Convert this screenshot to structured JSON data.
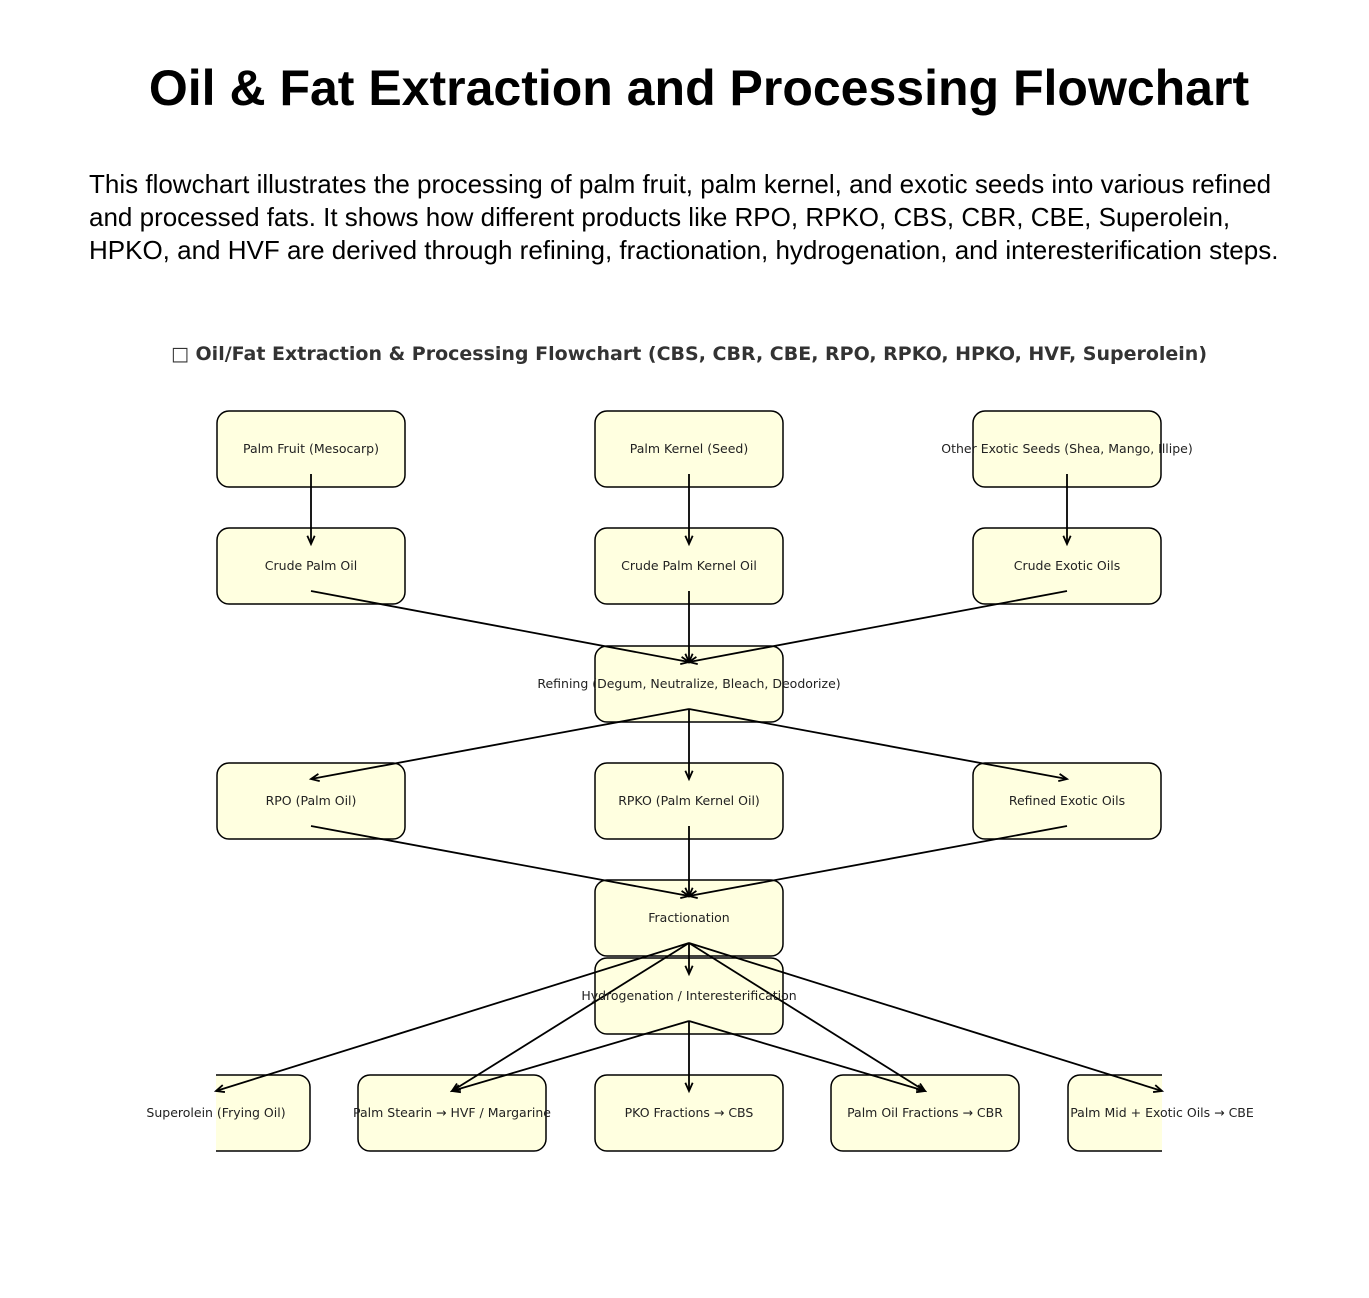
{
  "page": {
    "title": "Oil & Fat Extraction and Processing Flowchart",
    "description": "This flowchart illustrates the processing of palm fruit, palm kernel, and exotic seeds into various refined and processed fats. It shows how different products like RPO, RPKO, CBS, CBR, CBE, Superolein, HPKO, and HVF are derived through refining, fractionation, hydrogenation, and interesterification steps."
  },
  "diagram": {
    "title": "□ Oil/Fat Extraction & Processing Flowchart (CBS, CBR, CBE, RPO, RPKO, HPKO, HVF, Superolein)",
    "nodes": [
      {
        "id": "palm-fruit",
        "label": "Palm Fruit (Mesocarp)"
      },
      {
        "id": "palm-kernel",
        "label": "Palm Kernel (Seed)"
      },
      {
        "id": "exotic-seeds",
        "label": "Other Exotic Seeds (Shea, Mango, Illipe)"
      },
      {
        "id": "crude-palm-oil",
        "label": "Crude Palm Oil"
      },
      {
        "id": "crude-palm-kernel-oil",
        "label": "Crude Palm Kernel Oil"
      },
      {
        "id": "crude-exotic-oils",
        "label": "Crude Exotic Oils"
      },
      {
        "id": "refining",
        "label": "Refining (Degum, Neutralize, Bleach, Deodorize)"
      },
      {
        "id": "rpo",
        "label": "RPO (Palm Oil)"
      },
      {
        "id": "rpko",
        "label": "RPKO (Palm Kernel Oil)"
      },
      {
        "id": "refined-exotic-oils",
        "label": "Refined Exotic Oils"
      },
      {
        "id": "fractionation",
        "label": "Fractionation"
      },
      {
        "id": "hydrogenation",
        "label": "Hydrogenation / Interesterification"
      },
      {
        "id": "superolein",
        "label": "Superolein (Frying Oil)"
      },
      {
        "id": "palm-stearin",
        "label": "Palm Stearin → HVF / Margarine"
      },
      {
        "id": "pko-fractions",
        "label": "PKO Fractions → CBS"
      },
      {
        "id": "palm-oil-fractions",
        "label": "Palm Oil Fractions → CBR"
      },
      {
        "id": "palm-mid",
        "label": "Palm Mid + Exotic Oils → CBE"
      }
    ],
    "edges": [
      {
        "from": "palm-fruit",
        "to": "crude-palm-oil"
      },
      {
        "from": "palm-kernel",
        "to": "crude-palm-kernel-oil"
      },
      {
        "from": "exotic-seeds",
        "to": "crude-exotic-oils"
      },
      {
        "from": "crude-palm-oil",
        "to": "refining"
      },
      {
        "from": "crude-palm-kernel-oil",
        "to": "refining"
      },
      {
        "from": "crude-exotic-oils",
        "to": "refining"
      },
      {
        "from": "refining",
        "to": "rpo"
      },
      {
        "from": "refining",
        "to": "rpko"
      },
      {
        "from": "refining",
        "to": "refined-exotic-oils"
      },
      {
        "from": "rpo",
        "to": "fractionation"
      },
      {
        "from": "rpko",
        "to": "fractionation"
      },
      {
        "from": "refined-exotic-oils",
        "to": "fractionation"
      },
      {
        "from": "fractionation",
        "to": "superolein"
      },
      {
        "from": "fractionation",
        "to": "palm-stearin"
      },
      {
        "from": "fractionation",
        "to": "palm-oil-fractions"
      },
      {
        "from": "fractionation",
        "to": "palm-mid"
      },
      {
        "from": "fractionation",
        "to": "hydrogenation"
      },
      {
        "from": "hydrogenation",
        "to": "palm-stearin"
      },
      {
        "from": "hydrogenation",
        "to": "pko-fractions"
      },
      {
        "from": "hydrogenation",
        "to": "palm-oil-fractions"
      }
    ],
    "colors": {
      "node_fill": "#ffffe0",
      "stroke": "#000000"
    }
  }
}
